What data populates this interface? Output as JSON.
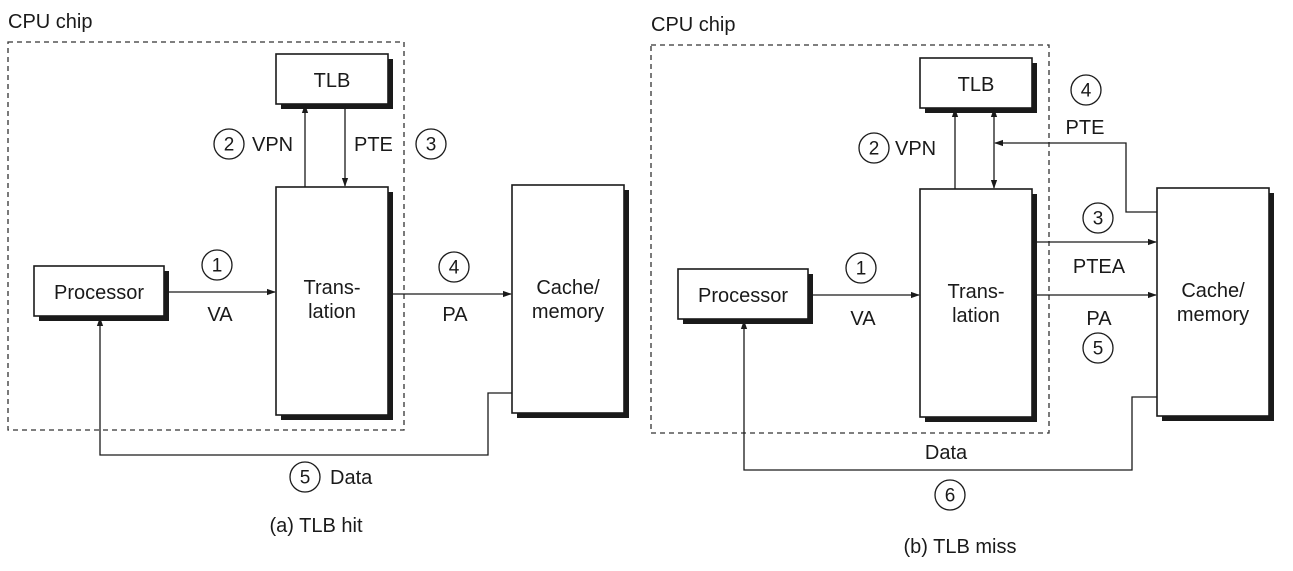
{
  "diagram_a": {
    "chip_label": "CPU chip",
    "tlb": "TLB",
    "processor": "Processor",
    "translation_1": "Trans-",
    "translation_2": "lation",
    "cache_1": "Cache/",
    "cache_2": "memory",
    "vpn": "VPN",
    "pte": "PTE",
    "va": "VA",
    "pa": "PA",
    "data": "Data",
    "step1": "1",
    "step2": "2",
    "step3": "3",
    "step4": "4",
    "step5": "5",
    "caption": "(a) TLB hit"
  },
  "diagram_b": {
    "chip_label": "CPU chip",
    "tlb": "TLB",
    "processor": "Processor",
    "translation_1": "Trans-",
    "translation_2": "lation",
    "cache_1": "Cache/",
    "cache_2": "memory",
    "vpn": "VPN",
    "pte": "PTE",
    "ptea": "PTEA",
    "va": "VA",
    "pa": "PA",
    "data": "Data",
    "step1": "1",
    "step2": "2",
    "step3": "3",
    "step4": "4",
    "step5": "5",
    "step6": "6",
    "caption": "(b) TLB miss"
  }
}
